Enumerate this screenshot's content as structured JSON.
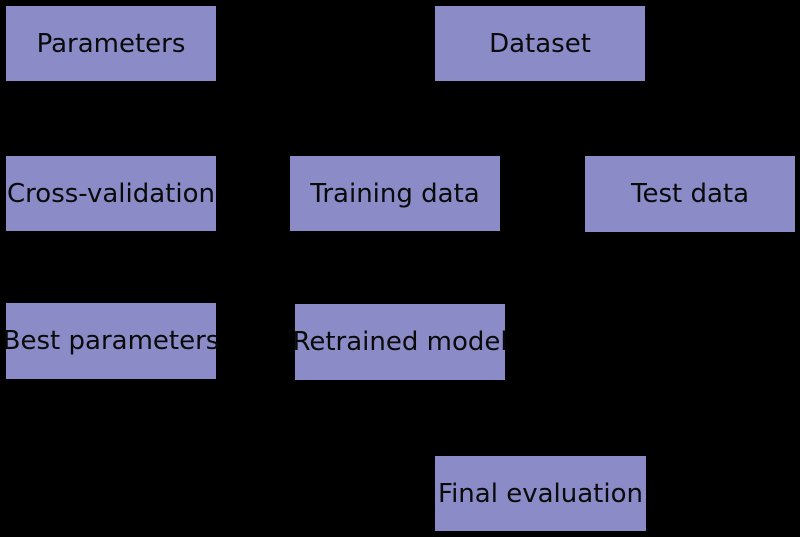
{
  "diagram": {
    "background_color": "#000000",
    "node_fill_color": "#8a8bc7",
    "node_border_color": "#000000",
    "node_text_color": "#0a0a0a",
    "nodes": [
      {
        "label": "Parameters"
      },
      {
        "label": "Dataset"
      },
      {
        "label": "Cross-validation"
      },
      {
        "label": "Training data"
      },
      {
        "label": "Test data"
      },
      {
        "label": "Best parameters"
      },
      {
        "label": "Retrained model"
      },
      {
        "label": "Final evaluation"
      }
    ]
  }
}
